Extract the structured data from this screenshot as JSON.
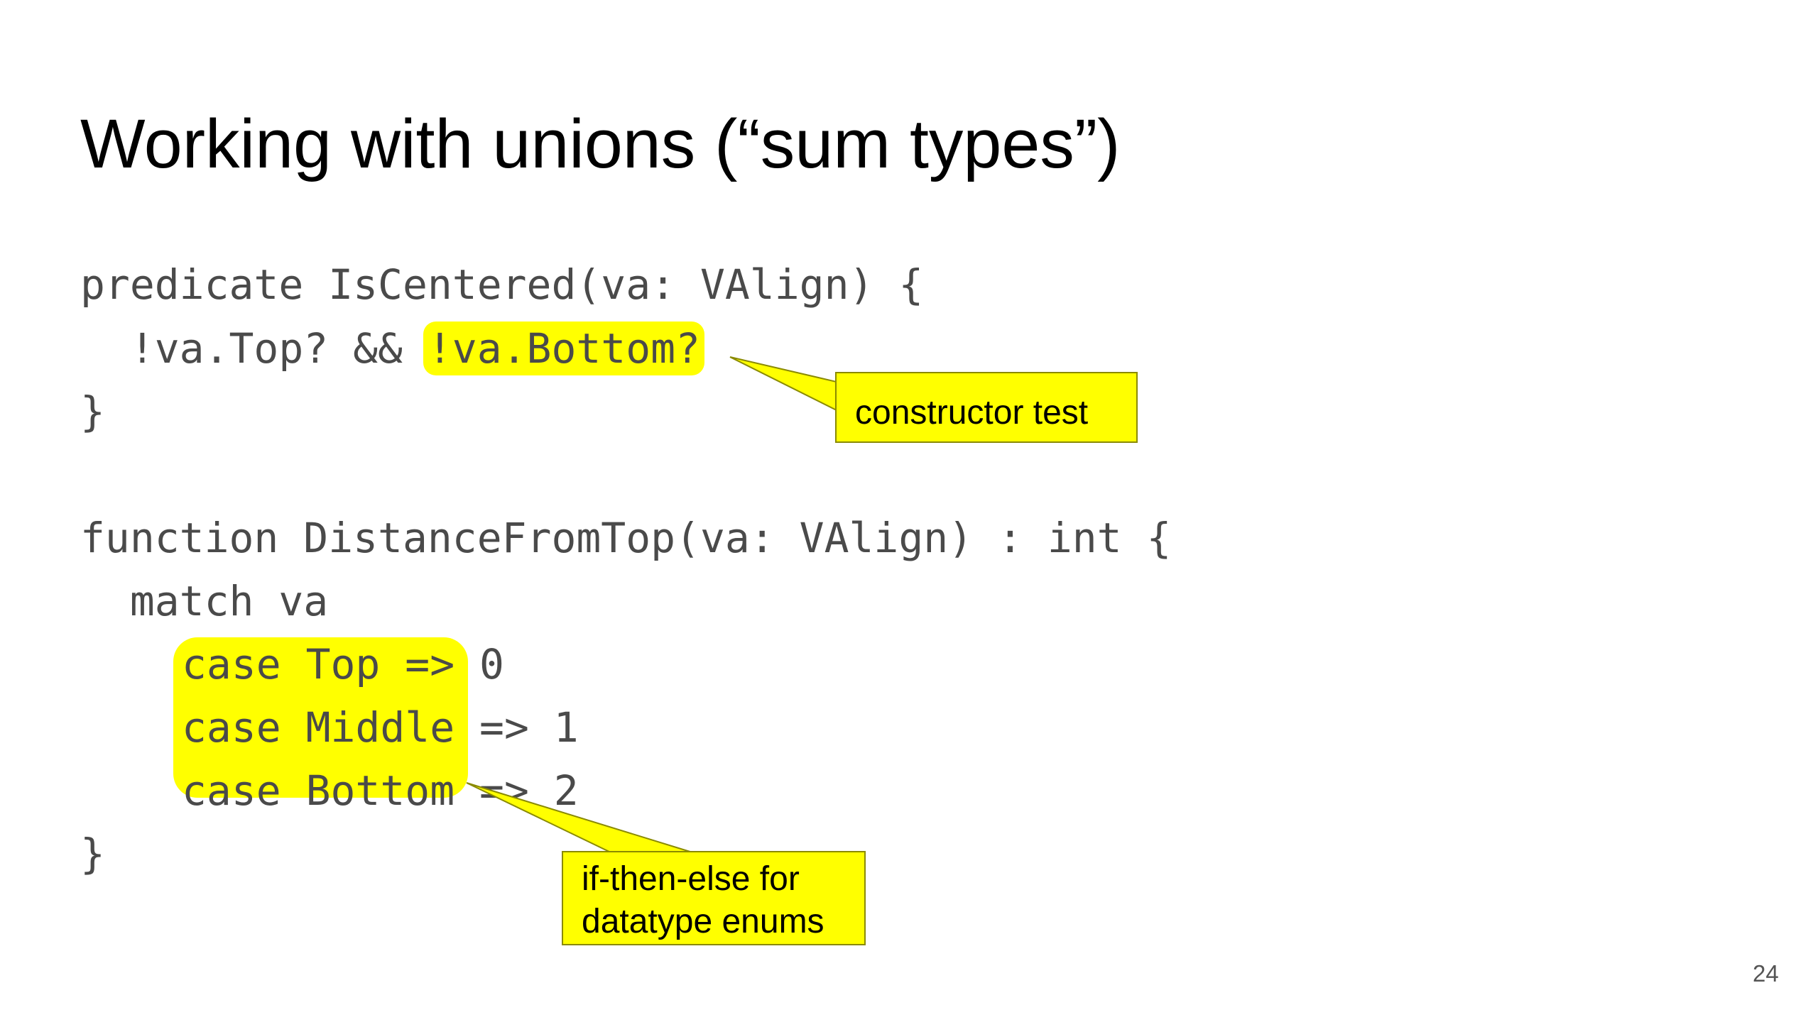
{
  "title": "Working with unions (“sum types”)",
  "code": {
    "line1": "predicate IsCentered(va: VAlign) {",
    "line2_prefix": "  !va.Top? && ",
    "line2_highlight": "!va.Bottom?",
    "line3": "}",
    "line5": "function DistanceFromTop(va: VAlign) : int {",
    "line6": "  match va",
    "line7_highlight": "case Top =>",
    "line7_rest": " 0",
    "line8_highlight": "case Middle",
    "line8_rest": " => 1",
    "line9_highlight": "case Bottom",
    "line9_rest": " => 2",
    "line10": "}"
  },
  "callouts": {
    "constructor_test": "constructor test",
    "if_then_else": "if-then-else for datatype enums"
  },
  "page_number": "24",
  "colors": {
    "highlight": "#ffff00",
    "code_text": "#4a4a4a"
  }
}
